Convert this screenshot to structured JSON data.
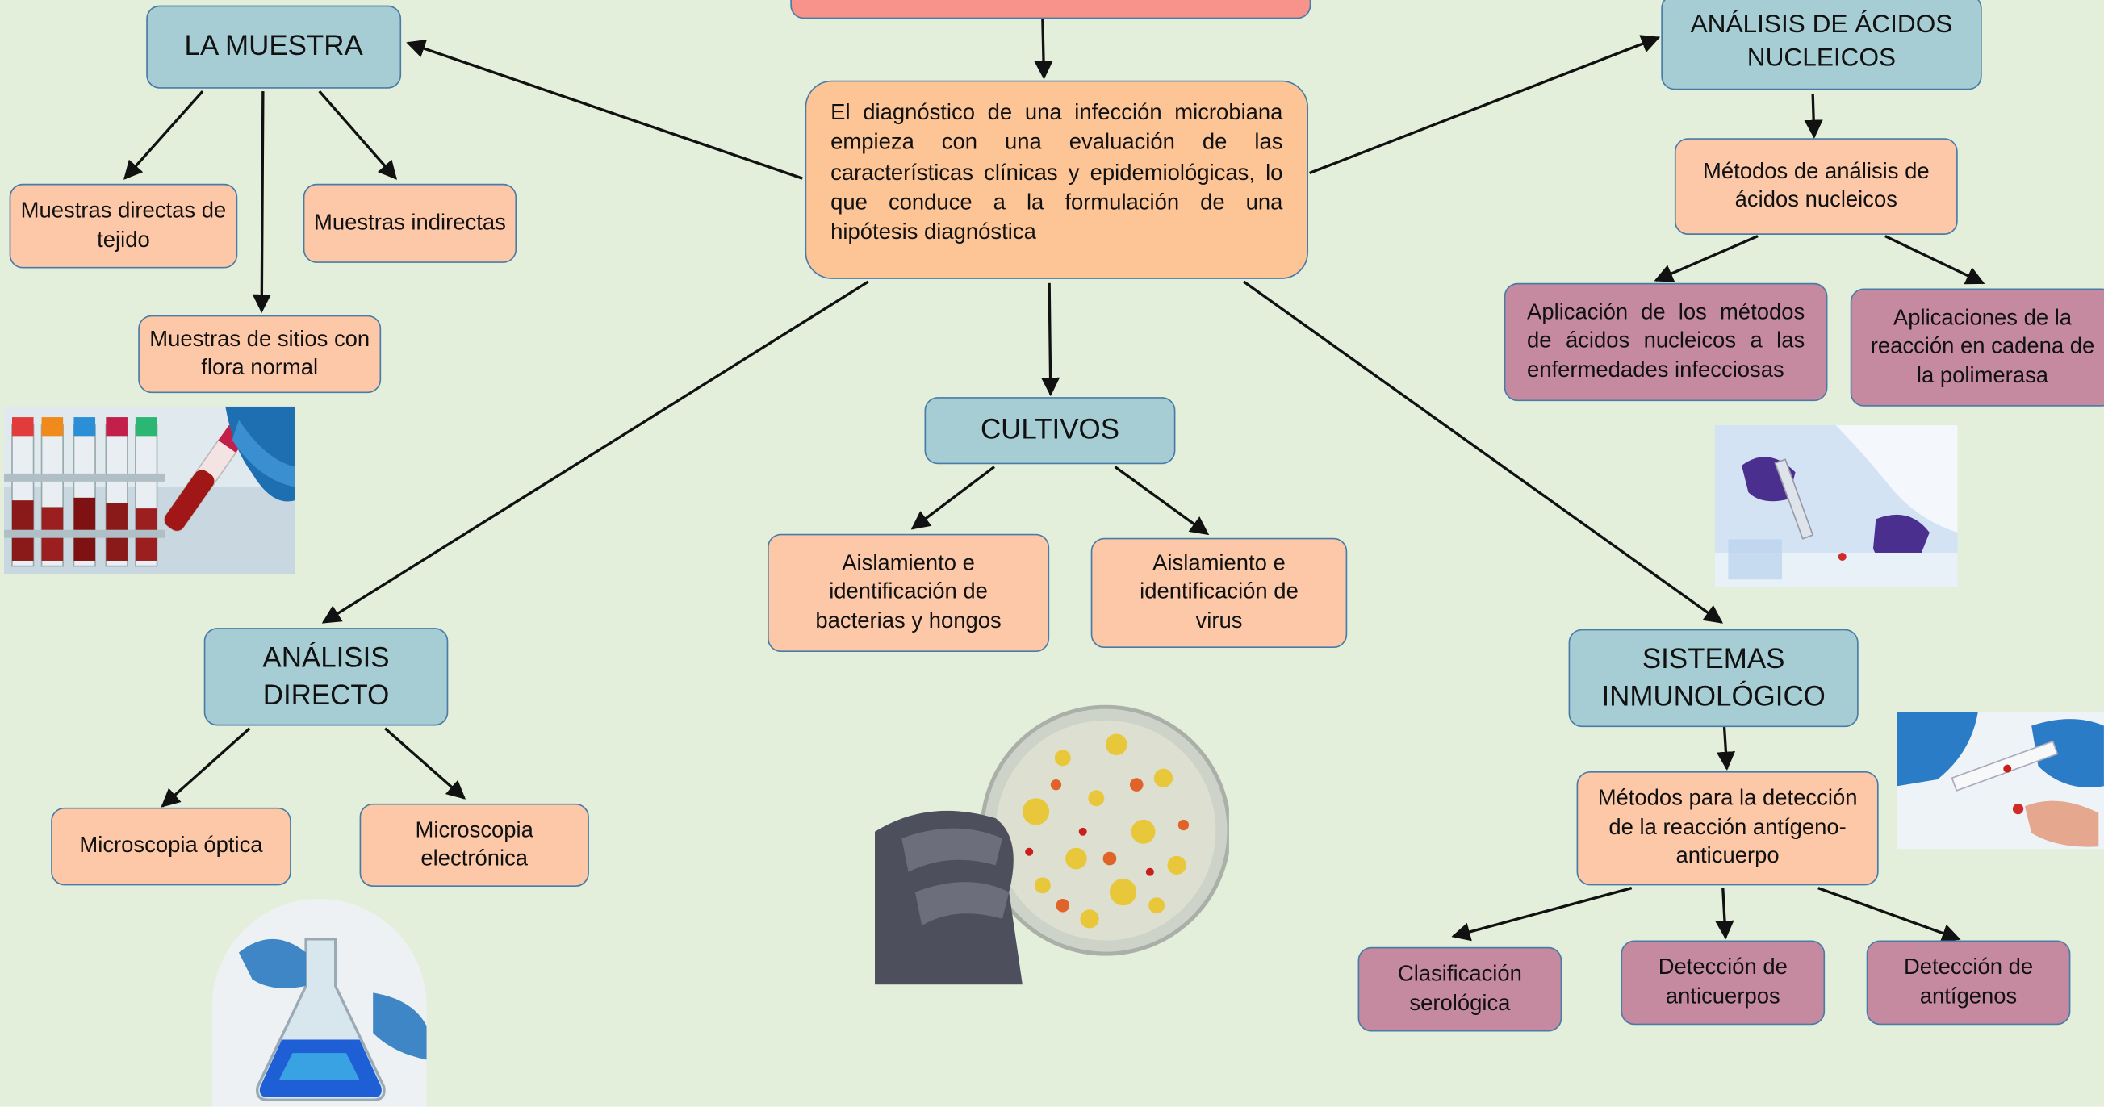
{
  "center_text": "El diagnóstico de una infección microbiana empieza con una evaluación de las características clínicas y epidemiológicas, lo que conduce a la formulación de una hipótesis diagnóstica",
  "muestra": {
    "title": "LA MUESTRA",
    "items": [
      "Muestras directas de tejido",
      "Muestras indirectas",
      "Muestras de sitios con flora normal"
    ]
  },
  "acidos": {
    "title": "ANÁLISIS DE ÁCIDOS NUCLEICOS",
    "method": "Métodos de análisis de ácidos nucleicos",
    "items": [
      "Aplicación de los métodos de ácidos nucleicos a las enfermedades infecciosas",
      "Aplicaciones de la reacción en cadena de la polimerasa"
    ]
  },
  "cultivos": {
    "title": "CULTIVOS",
    "items": [
      "Aislamiento e identificación de bacterias y hongos",
      "Aislamiento e identificación de virus"
    ]
  },
  "directo": {
    "title": "ANÁLISIS DIRECTO",
    "items": [
      "Microscopia óptica",
      "Microscopia electrónica"
    ]
  },
  "inmuno": {
    "title": "SISTEMAS INMUNOLÓGICO",
    "method": "Métodos para la detección de la reacción antígeno-anticuerpo",
    "items": [
      "Clasificación serológica",
      "Detección de anticuerpos",
      "Detección de antígenos"
    ]
  },
  "images": [
    "blood-tubes-photo",
    "lab-pipette-photo",
    "petri-dish-photo",
    "rapid-test-photo",
    "flask-photo"
  ],
  "colors": {
    "background": "#e3efdb",
    "header": "#a7cdd4",
    "node": "#fcc8a7",
    "leaf": "#c58aa0",
    "center": "#fdc596",
    "top_bar": "#f7938a",
    "border": "#4a7ba6"
  }
}
